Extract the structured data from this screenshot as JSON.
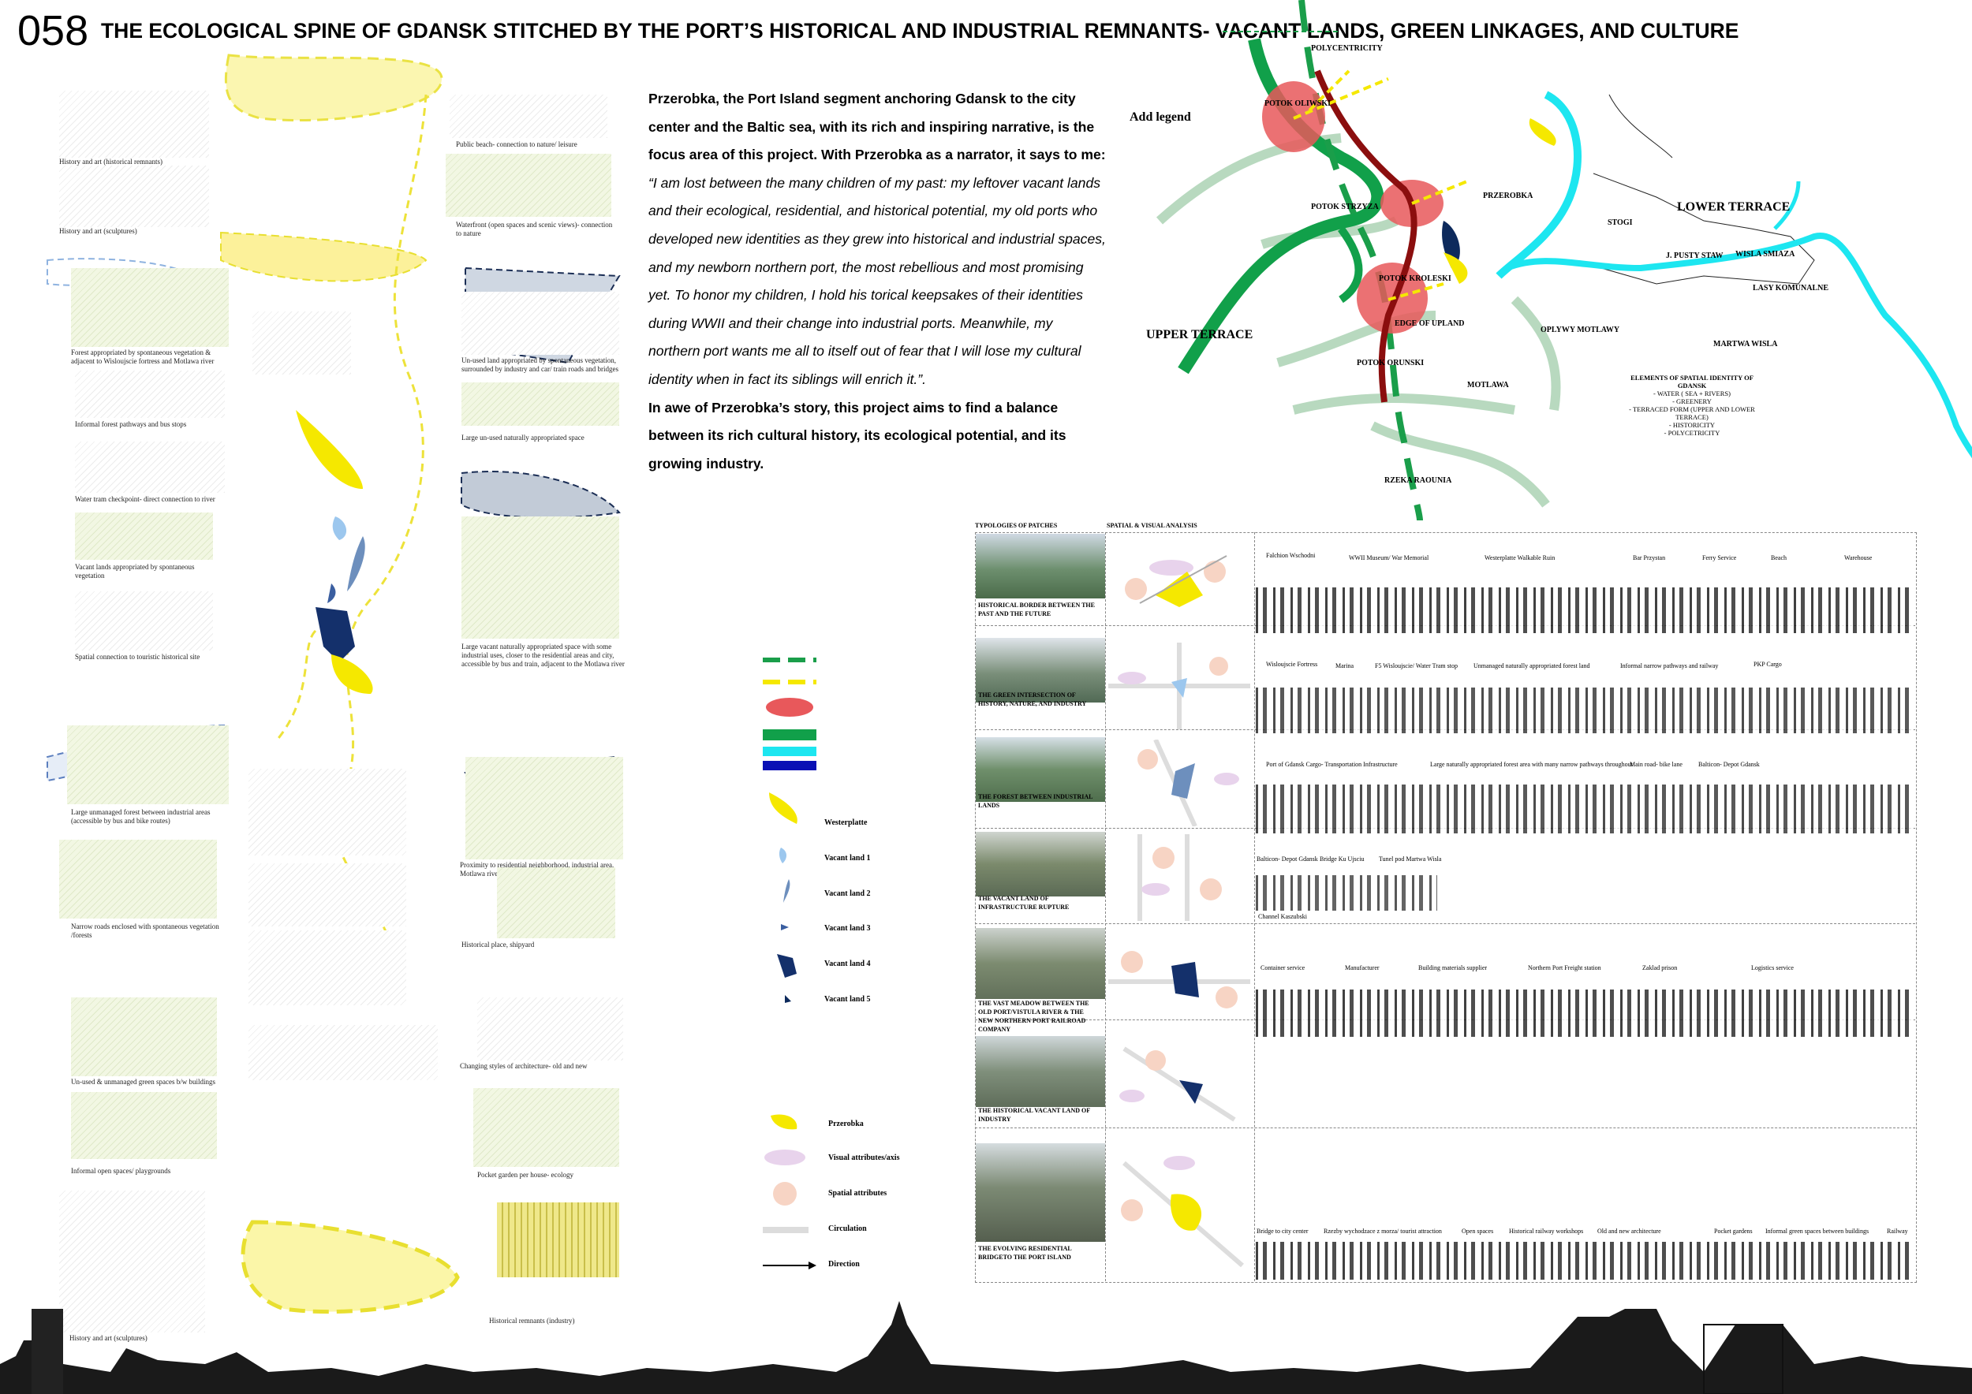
{
  "header": {
    "number": "058",
    "title": "THE ECOLOGICAL SPINE OF GDANSK STITCHED BY THE PORT’S HISTORICAL AND INDUSTRIAL REMNANTS- VACANT LANDS, GREEN LINKAGES, AND CULTURE"
  },
  "narrative": {
    "intro": "Przerobka, the Port Island segment anchoring Gdansk to the city center and the Baltic sea, with its rich and inspiring narrative, is the focus area of this project. With Przerobka as a narrator, it says to me:",
    "quote": "“I am lost between the many children of my past: my leftover vacant lands and their ecological, residential, and historical potential, my old ports who developed new identities as they grew into historical and industrial spaces, and my newborn northern port, the most rebellious and most promising yet. To honor my children, I hold his torical keepsakes of their identities during WWII and their change into industrial ports. Meanwhile, my northern port wants me all to itself out of fear that I will lose my cultural identity when in fact its siblings will enrich it.”.",
    "closing": "In awe of Przerobka’s story, this project aims to find a balance between its rich cultural history, its ecological potential, and its growing industry."
  },
  "left_captions": {
    "c1": "History and art (historical remnants)",
    "c2": "History and art (sculptures)",
    "c3": "Forest appropriated by spontaneous vegetation & adjacent to Wisloujscie fortress and Motlawa river",
    "c4": "Informal forest pathways and bus stops",
    "c5": "Water tram checkpoint- direct connection to river",
    "c6": "Vacant lands appropriated by spontaneous vegetation",
    "c7": "Spatial connection to touristic historical site",
    "c8": "Large unmanaged forest between industrial areas (accessible by bus and bike routes)",
    "c9": "Narrow roads enclosed with spontaneous vegetation /forests",
    "c10": "Un-used & unmanaged green spaces b/w buildings",
    "c11": "Informal open spaces/ playgrounds",
    "c12": "History and art (sculptures)",
    "r1": "Public beach- connection to nature/ leisure",
    "r2": "Waterfront (open spaces and scenic views)- connection to nature",
    "r3": "Un-used land appropriated by spontaneous vegetation, surrounded by industry and car/ train roads and bridges",
    "r4": "Large un-used naturally appropriated space",
    "r5": "Large vacant naturally appropriated space with some industrial uses, closer to the residential areas and city, accessible by bus and train, adjacent to the Motlawa river",
    "r6": "Proximity to residential neighborhood, industrial area, Motlawa river, and bus route",
    "r7": "Historical place, shipyard",
    "r8": "Changing styles of architecture- old and new",
    "r9": "Pocket garden per house- ecology",
    "r10": "Historical remnants (industry)"
  },
  "legend": {
    "items": [
      "Westerplatte",
      "Vacant land 1",
      "Vacant land 2",
      "Vacant land 3",
      "Vacant land 4",
      "Vacant land 5"
    ],
    "items2": [
      "Przerobka",
      "Visual attributes/axis",
      "Spatial attributes",
      "Circulation",
      "Direction"
    ],
    "colors": {
      "green_dash": "#1a9e4a",
      "yellow_dash": "#f5e800",
      "red": "#e8585b",
      "green": "#11a04a",
      "cyan": "#1de6f0",
      "blue": "#0a10b5",
      "navy": "#0d2a5c"
    }
  },
  "map": {
    "add_legend": "Add legend",
    "polycentricity": "POLYCENTRICITY",
    "labels": [
      "POTOK OLIWSKI",
      "POTOK STRZYZA",
      "PRZEROBKA",
      "STOGI",
      "POTOK KROLESKI",
      "EDGE OF UPLAND",
      "OPLYWY MOTLAWY",
      "POTOK ORUNSKI",
      "MOTLAWA",
      "RZEKA RAOUNIA",
      "J. PUSTY STAW",
      "WISLA SMIAZA",
      "LASY KOMUNALNE",
      "MARTWA WISLA"
    ],
    "lower_terrace": "LOWER TERRACE",
    "upper_terrace": "UPPER TERRACE",
    "elements_title": "ELEMENTS OF SPATIAL IDENTITY OF GDANSK",
    "elements": [
      "- WATER ( SEA + RIVERS)",
      "- GREENERY",
      "- TERRACED FORM (UPPER AND LOWER TERRACE)",
      "- HISTORICITY",
      "- POLYCETRICITY"
    ]
  },
  "table": {
    "col1": "TYPOLOGIES OF PATCHES",
    "col2": "SPATIAL & VISUAL ANALYSIS",
    "rows": [
      {
        "label": "HISTORICAL BORDER BETWEEN THE PAST AND THE FUTURE",
        "pano": [
          "Falchion Wschodni",
          "WWII Museum/ War Memorial",
          "Westerplatte Walkable Ruin",
          "Bar Przystan",
          "Ferry Service",
          "Beach",
          "Warehouse"
        ]
      },
      {
        "label": "THE GREEN INTERSECTION OF HISTORY, NATURE, AND INDUSTRY",
        "pano": [
          "Wisloujscie Fortress",
          "Marina",
          "F5 Wisloujscie/ Water Tram stop",
          "Unmanaged naturally appropriated forest land",
          "Informal narrow pathways and railway",
          "PKP Cargo"
        ]
      },
      {
        "label": "THE FOREST BETWEEN INDUSTRIAL LANDS",
        "pano": [
          "Port of Gdansk Cargo- Transportation Infrastructure",
          "Large naturally appropriated forest area with many narrow pathways throughout",
          "Main road- bike lane",
          "Balticon- Depot Gdansk"
        ]
      },
      {
        "label": "THE VACANT LAND OF INFRASTRUCTURE RUPTURE",
        "pano": [
          "Balticon- Depot Gdansk",
          "Bridge Ku Ujsciu",
          "Tunel pod Martwa Wisla",
          "Channel Kaszubski"
        ]
      },
      {
        "label": "THE VAST MEADOW BETWEEN THE OLD PORT/VISTULA RIVER & THE NEW NORTHERN PORT RAILROAD COMPANY",
        "pano": [
          "Container service",
          "Manufacturer",
          "Building materials supplier",
          "Northern Port Freight station",
          "Zaklad prison",
          "Logistics service"
        ]
      },
      {
        "label": "THE HISTORICAL VACANT LAND OF INDUSTRY",
        "pano": []
      },
      {
        "label": "THE EVOLVING RESIDENTIAL BRIDGETO THE PORT ISLAND",
        "pano": [
          "Bridge to city center",
          "Rzezby wychodzace z morza/ tourist attraction",
          "Open spaces",
          "Historical railway workshops",
          "Old and new architecture",
          "Pocket gardens",
          "Informal green spaces between buildings",
          "Railway"
        ]
      }
    ]
  }
}
